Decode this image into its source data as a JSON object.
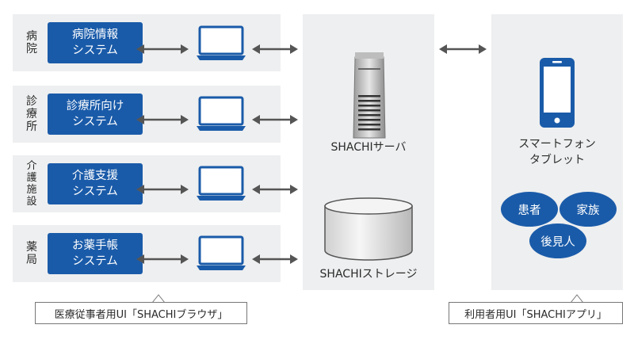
{
  "facilities": [
    {
      "label": "病\n院",
      "system": "病院情報\nシステム"
    },
    {
      "label": "診\n療\n所",
      "system": "診療所向け\nシステム"
    },
    {
      "label": "介\n護\n施\n設",
      "system": "介護支援\nシステム"
    },
    {
      "label": "薬\n局",
      "system": "お薬手帳\nシステム"
    }
  ],
  "server": {
    "label": "SHACHIサーバ"
  },
  "storage": {
    "label": "SHACHIストレージ"
  },
  "device": {
    "label": "スマートフォン\nタブレット"
  },
  "roles": [
    "患者",
    "家族",
    "後見人"
  ],
  "captions": {
    "left": "医療従事者用UI「SHACHIブラウザ」",
    "right": "利用者用UI「SHACHIアプリ」"
  },
  "colors": {
    "accent": "#1a5ba9",
    "panel": "#eeeff0",
    "arrow": "#555555"
  }
}
